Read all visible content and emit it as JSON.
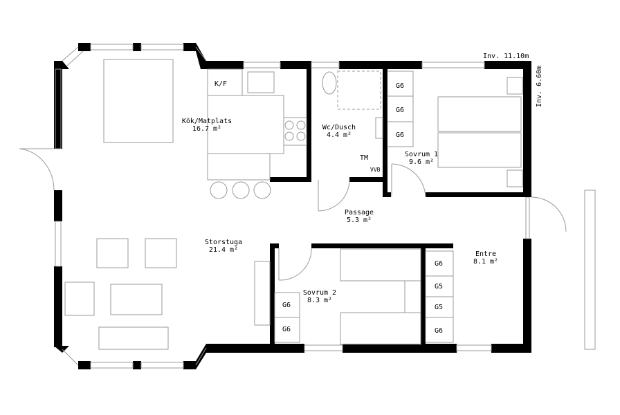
{
  "rooms": [
    {
      "name": "Kök/Matplats",
      "area": "16.7 m²"
    },
    {
      "name": "Wc/Dusch",
      "area": "4.4 m²"
    },
    {
      "name": "Sovrum 1",
      "area": "9.6 m²"
    },
    {
      "name": "Passage",
      "area": "5.3 m²"
    },
    {
      "name": "Storstuga",
      "area": "21.4 m²"
    },
    {
      "name": "Sovrum 2",
      "area": "8.3 m²"
    },
    {
      "name": "Entre",
      "area": "8.1 m²"
    }
  ],
  "dimensions": {
    "width": "Inv. 11.10m",
    "depth": "Inv. 6.60m"
  },
  "fixtures": {
    "fridge": "K/F",
    "tm": "TM",
    "vvb": "VVB"
  },
  "closets": {
    "sovrum1": [
      "G6",
      "G6",
      "G6"
    ],
    "sovrum2": [
      "G6",
      "G6"
    ],
    "entre": [
      "G6",
      "G5",
      "G5",
      "G6"
    ]
  }
}
